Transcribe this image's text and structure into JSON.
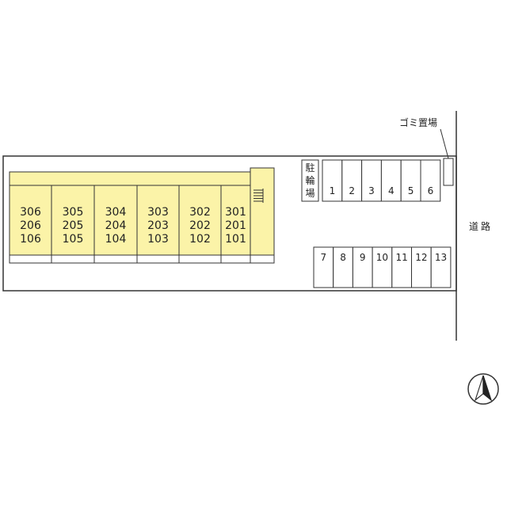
{
  "colors": {
    "building_fill": "#fbf3a8",
    "line": "#333333",
    "background": "#ffffff"
  },
  "building": {
    "units": [
      {
        "floor3": "306",
        "floor2": "206",
        "floor1": "106"
      },
      {
        "floor3": "305",
        "floor2": "205",
        "floor1": "105"
      },
      {
        "floor3": "304",
        "floor2": "204",
        "floor1": "104"
      },
      {
        "floor3": "303",
        "floor2": "203",
        "floor1": "103"
      },
      {
        "floor3": "302",
        "floor2": "202",
        "floor1": "102"
      },
      {
        "floor3": "301",
        "floor2": "201",
        "floor1": "101"
      }
    ]
  },
  "bicycle_parking": {
    "label_chars": [
      "駐",
      "輪",
      "場"
    ]
  },
  "parking": {
    "top_row": [
      "1",
      "2",
      "3",
      "4",
      "5",
      "6"
    ],
    "bottom_row": [
      "7",
      "8",
      "9",
      "10",
      "11",
      "12",
      "13"
    ]
  },
  "garbage": {
    "label": "ゴミ置場"
  },
  "road": {
    "label_chars": [
      "道",
      "路"
    ]
  },
  "compass": {
    "icon": "north-arrow-icon"
  }
}
